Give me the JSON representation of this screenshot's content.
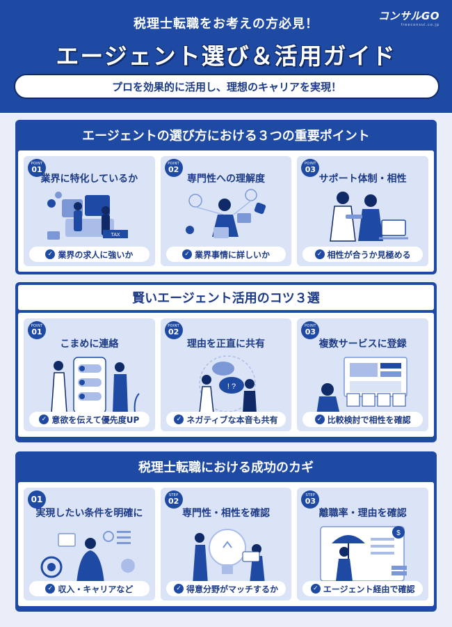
{
  "header": {
    "pre_title": "税理士転職をお考えの方必見！",
    "brand_name": "コンサルGO",
    "brand_sub": "freeconsul.co.jp",
    "main_title": "エージェント選び＆活用ガイド",
    "subtitle": "プロを効果的に活用し、理想のキャリアを実現！"
  },
  "sections": [
    {
      "title": "エージェントの選び方における３つの重要ポイント",
      "cards": [
        {
          "badge_label": "POINT",
          "badge_num": "01",
          "title": "業界に特化しているか",
          "icon": "tax-puzzle-illustration",
          "tag": "業界の求人に強いか"
        },
        {
          "badge_label": "POINT",
          "badge_num": "02",
          "title": "専門性への理解度",
          "icon": "expert-network-illustration",
          "tag": "業界事情に詳しいか"
        },
        {
          "badge_label": "POINT",
          "badge_num": "03",
          "title": "サポート体制・相性",
          "icon": "support-team-illustration",
          "tag": "相性が合うか見極める"
        }
      ]
    },
    {
      "title": "賢いエージェント活用のコツ３選",
      "cards": [
        {
          "badge_label": "POINT",
          "badge_num": "01",
          "title": "こまめに連絡",
          "icon": "chat-contact-illustration",
          "tag": "意欲を伝えて優先度UP"
        },
        {
          "badge_label": "POINT",
          "badge_num": "02",
          "title": "理由を正直に共有",
          "icon": "honest-talk-illustration",
          "tag": "ネガティブな本音も共有"
        },
        {
          "badge_label": "POINT",
          "badge_num": "03",
          "title": "複数サービスに登録",
          "icon": "multi-service-illustration",
          "tag": "比較検討で相性を確認"
        }
      ]
    },
    {
      "title": "税理士転職における成功のカギ",
      "cards": [
        {
          "badge_label": "",
          "badge_num": "01",
          "title": "実現したい条件を明確に",
          "icon": "goal-target-illustration",
          "tag": "収入・キャリアなど"
        },
        {
          "badge_label": "STEP",
          "badge_num": "02",
          "title": "専門性・相性を確認",
          "icon": "idea-bulb-illustration",
          "tag": "得意分野がマッチするか"
        },
        {
          "badge_label": "STEP",
          "badge_num": "03",
          "title": "離職率・理由を確認",
          "icon": "umbrella-review-illustration",
          "tag": "エージェント経由で確認"
        }
      ]
    }
  ],
  "colors": {
    "primary": "#1f4aa3",
    "dark": "#0f2a66",
    "card": "#dbe4f6",
    "background": "#e9eef8"
  }
}
